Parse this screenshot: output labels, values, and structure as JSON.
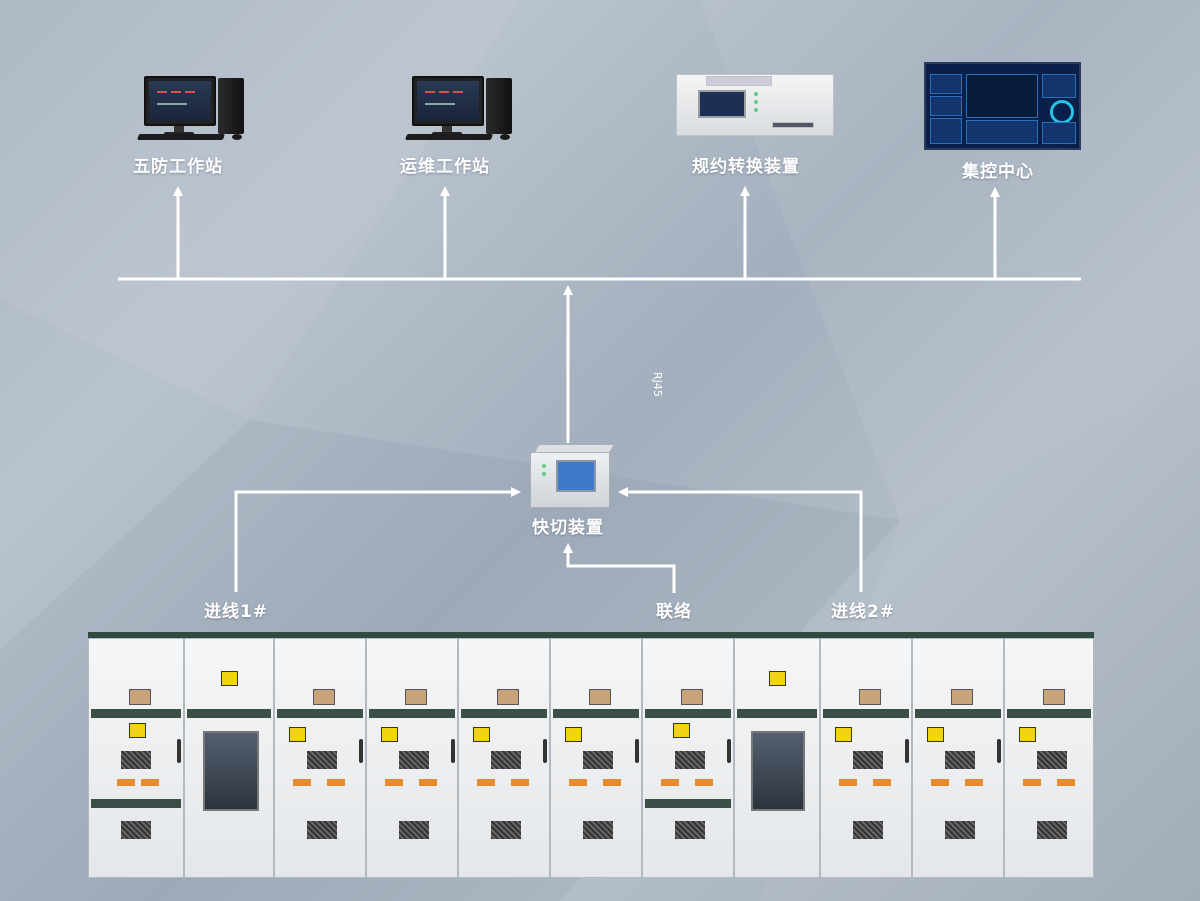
{
  "labels": {
    "wufang": "五防工作站",
    "yunwei": "运维工作站",
    "guiyue": "规约转换装置",
    "jikong": "集控中心",
    "rj45": "RJ45",
    "kuaiqie": "快切装置",
    "jinxian1": "进线1#",
    "lianluo": "联络",
    "jinxian2": "进线2#"
  },
  "icons": [
    "computer-icon",
    "computer-icon",
    "protocol-converter-icon",
    "control-center-screen-icon",
    "fast-switch-device-icon",
    "switchgear-icon"
  ],
  "colors": {
    "background": "#aab5c2",
    "lines": "#ffffff",
    "label_text": "#ffffff",
    "cabinet_band": "#3a4f46",
    "warning": "#f1d312"
  }
}
